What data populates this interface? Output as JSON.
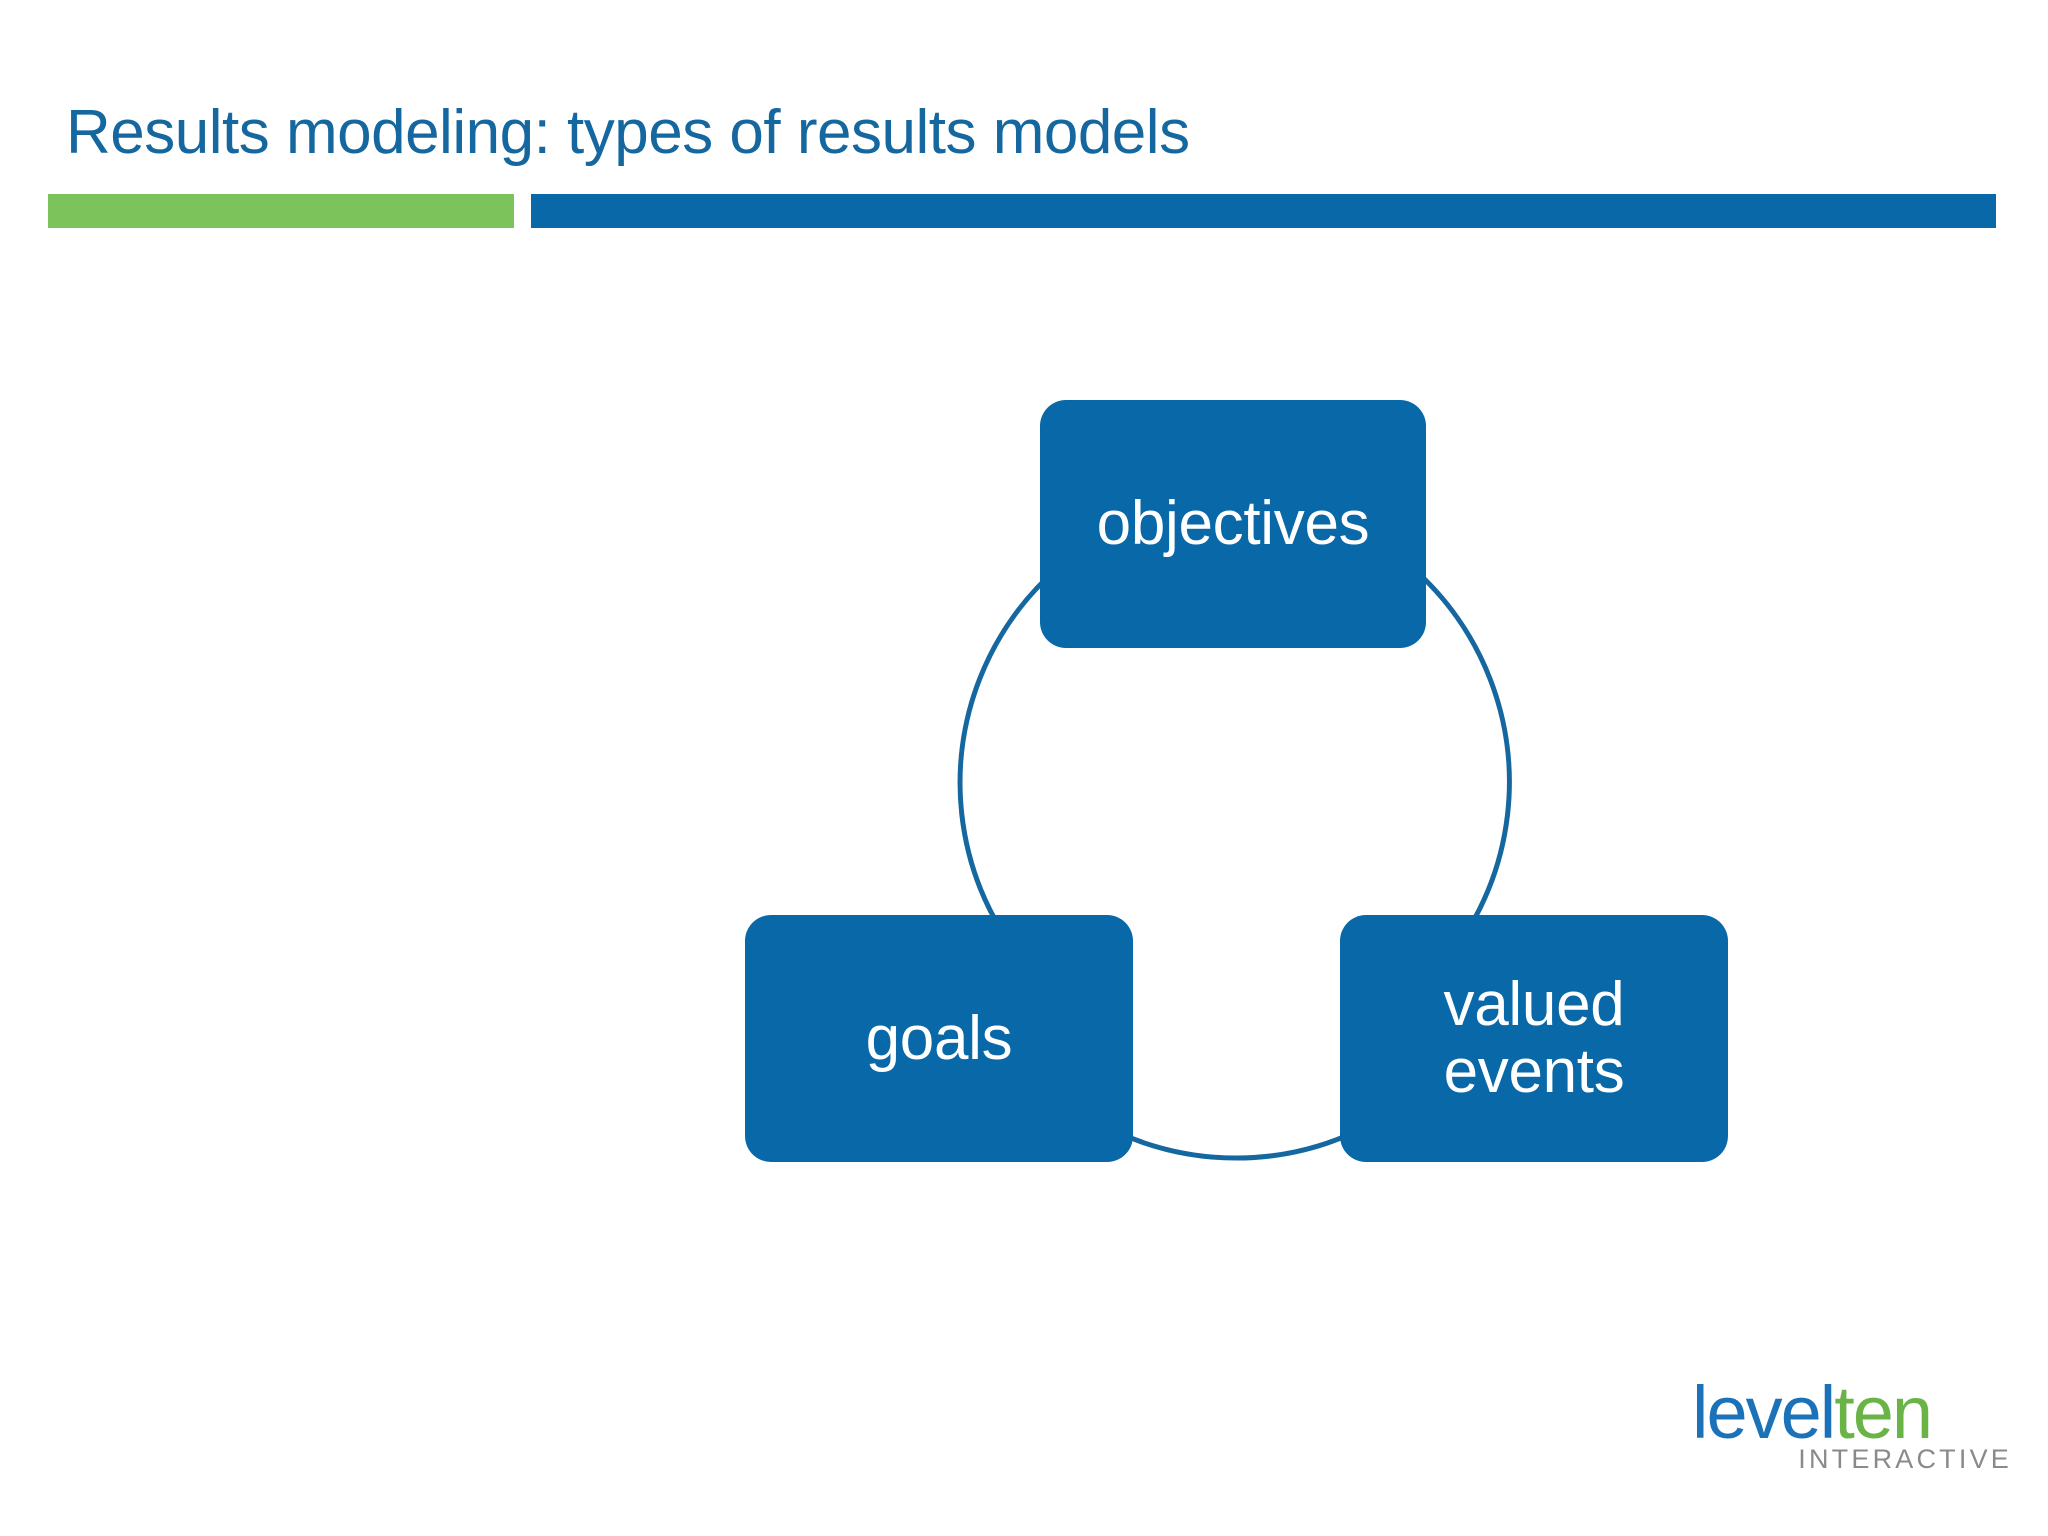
{
  "slide": {
    "title": "Results modeling: types of results models",
    "background_color": "#ffffff",
    "title_color": "#15679f"
  },
  "divider": {
    "green_color": "#7cc35c",
    "blue_color": "#0868a8"
  },
  "diagram": {
    "type": "cycle",
    "node_color": "#0868a8",
    "arc_color": "#15679f",
    "nodes": [
      {
        "id": "objectives",
        "label": "objectives",
        "position": "top"
      },
      {
        "id": "valued-events",
        "label_line1": "valued",
        "label_line2": "events",
        "position": "bottom-right"
      },
      {
        "id": "goals",
        "label": "goals",
        "position": "bottom-left"
      }
    ]
  },
  "logo": {
    "word_part1": "level",
    "word_part2": "ten",
    "tagline": "INTERACTIVE",
    "part1_color": "#1c72b8",
    "part2_color": "#6ab447",
    "tagline_color": "#8a8a8a"
  }
}
